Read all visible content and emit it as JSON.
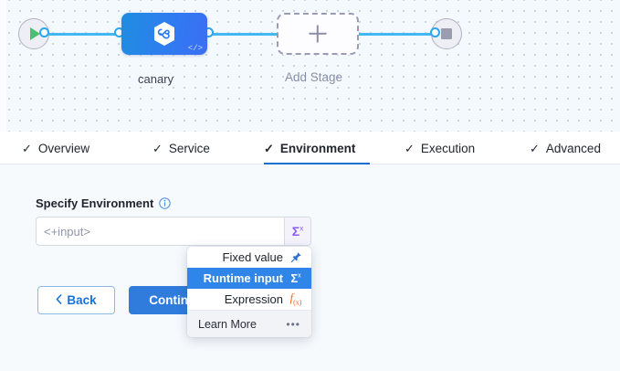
{
  "pipeline": {
    "start_node_icon": "play-icon",
    "end_node_icon": "stop-icon",
    "stage": {
      "label": "canary",
      "icon": "harness-hexagon-icon",
      "code_badge": "</>"
    },
    "add_stage": {
      "label": "Add Stage",
      "icon": "plus-icon"
    }
  },
  "tabs": [
    {
      "label": "Overview",
      "check": "✓",
      "active": false
    },
    {
      "label": "Service",
      "check": "✓",
      "active": false
    },
    {
      "label": "Environment",
      "check": "✓",
      "active": true
    },
    {
      "label": "Execution",
      "check": "✓",
      "active": false
    },
    {
      "label": "Advanced",
      "check": "✓",
      "active": false
    }
  ],
  "form": {
    "field_label": "Specify Environment",
    "info_icon": "info-icon",
    "input_value": "<+input>",
    "input_placeholder": "<+input>",
    "sigma_button_label": "Σ",
    "sigma_button_sup": "x"
  },
  "buttons": {
    "back_label": "Back",
    "back_icon": "chevron-left-icon",
    "continue_label": "Continue"
  },
  "dropdown": {
    "items": [
      {
        "label": "Fixed value",
        "icon": "pin-icon",
        "selected": false
      },
      {
        "label": "Runtime input",
        "icon": "sigma-icon",
        "selected": true
      },
      {
        "label": "Expression",
        "icon": "fx-icon",
        "selected": false
      }
    ],
    "footer_label": "Learn More",
    "footer_icon": "ellipsis-icon",
    "footer_dots": "•••"
  },
  "colors": {
    "accent_blue": "#2f7cdc",
    "active_tab_underline": "#1b6fd0",
    "wire_blue": "#44b9f1",
    "runtime_input_purple": "#8b5cf6",
    "expression_orange": "#f06a22",
    "play_green": "#4dbd74",
    "canvas_bg": "#f4f9fd",
    "panel_bg": "#f6fafd"
  }
}
